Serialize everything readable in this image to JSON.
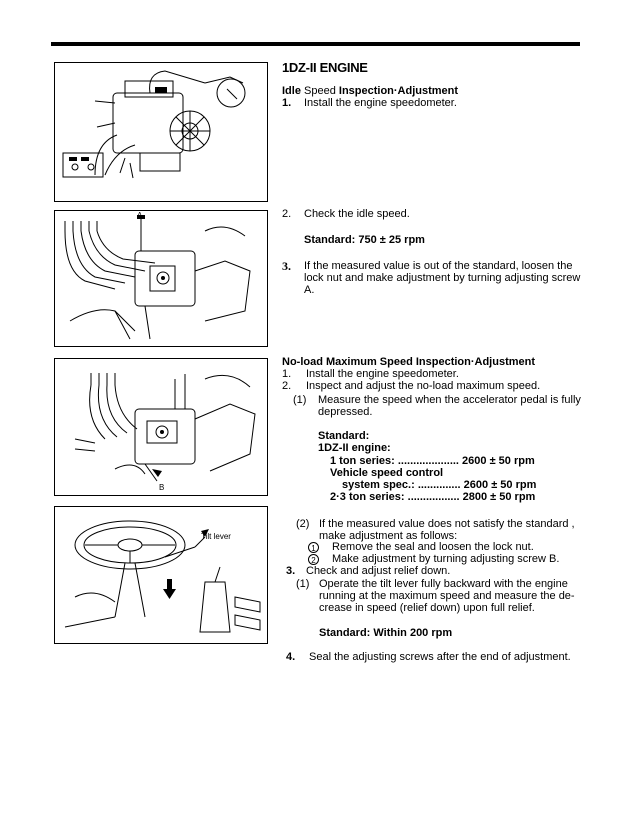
{
  "heading": "1DZ-II ENGINE",
  "idle": {
    "title_a": "Idle",
    "title_b": "Speed",
    "title_c": "Inspection·Adjustment",
    "s1_num": "1.",
    "s1": "Install the engine speedometer.",
    "s2_num": "2.",
    "s2": "Check the idle speed.",
    "standard": "Standard:  750 ± 25 rpm",
    "s3_num": "3.",
    "s3_l1": "If the measured value is out of the standard, loosen the",
    "s3_l2": "lock nut and make adjustment by turning adjusting screw",
    "s3_l3": "A."
  },
  "noload": {
    "title": "No-load Maximum Speed Inspection·Adjustment",
    "s1_num": "1.",
    "s1": "Install the engine speedometer.",
    "s2_num": "2.",
    "s2": "Inspect and adjust the no-load maximum speed.",
    "p1_num": "(1)",
    "p1_l1": "Measure the speed when the accelerator pedal is fully",
    "p1_l2": "depressed.",
    "std_label": "Standard:",
    "std_engine": "1DZ-II engine:",
    "std_1ton": "1 ton series: .................... 2600 ± 50 rpm",
    "std_vsc": "Vehicle speed control",
    "std_sys": "system spec.: .............. 2600 ± 50 rpm",
    "std_23ton": "2·3 ton series: ................. 2800 ± 50 rpm",
    "p2_num": "(2)",
    "p2_l1": "If the measured value does not satisfy the standard ,",
    "p2_l2": "make adjustment as follows:",
    "c1": "1",
    "c1_text": "Remove the seal and loosen the lock nut.",
    "c2": "2",
    "c2_text": "Make adjustment by turning adjusting screw B."
  },
  "relief": {
    "s3_num": "3.",
    "s3": "Check and adjust relief down.",
    "p1_num": "(1)",
    "p1_l1": "Operate the tilt lever fully backward with the engine",
    "p1_l2": "running at the maximum speed and measure the de-",
    "p1_l3": "crease in speed (relief down) upon full relief.",
    "standard": "Standard:  Within 200 rpm"
  },
  "final": {
    "s4_num": "4.",
    "s4": "Seal the adjusting screws after the end of adjustment."
  },
  "figures": {
    "fig2_label": "A",
    "fig3_label": "B",
    "fig4_label": "Tilt lever"
  }
}
